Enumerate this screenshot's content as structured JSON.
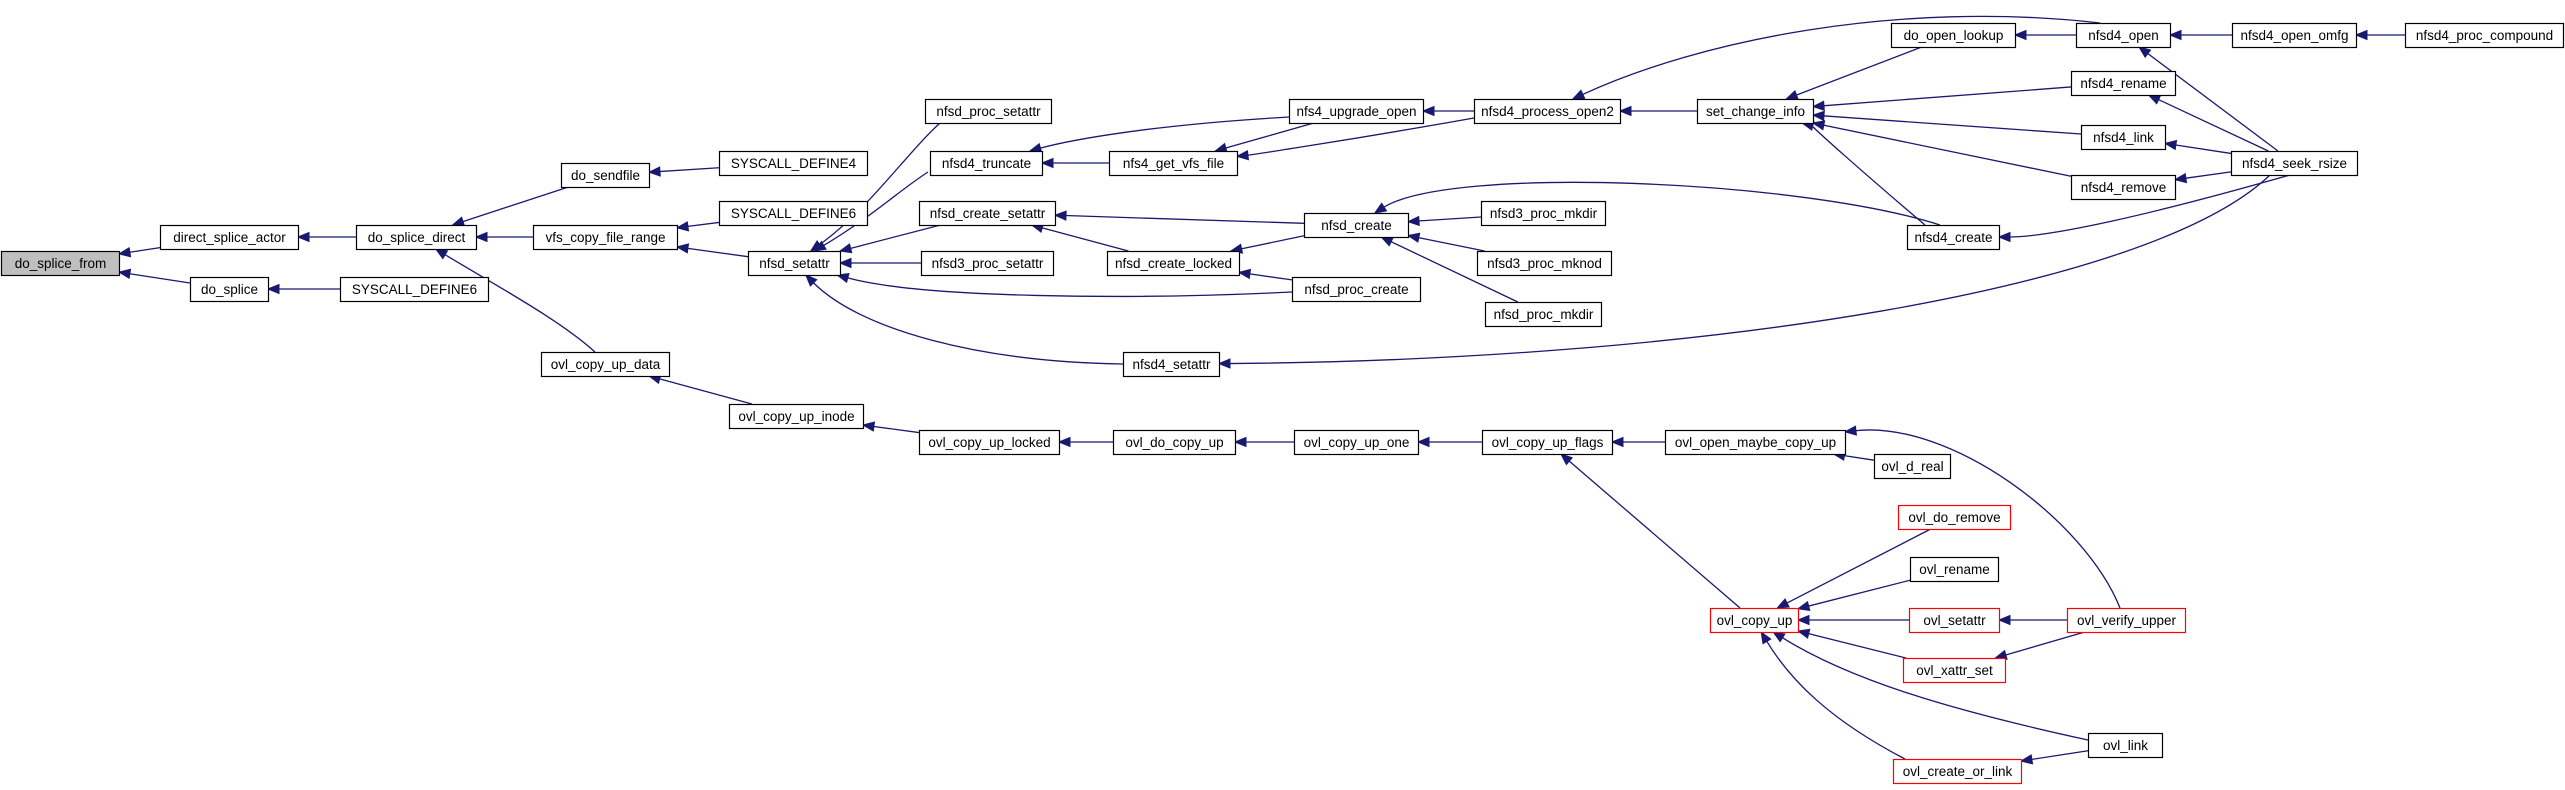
{
  "colors": {
    "edge": "#191970",
    "node_border": "#000000",
    "node_border_truncated": "#ff0000",
    "root_fill": "#bfbfbf",
    "node_fill": "#ffffff"
  },
  "nodes": {
    "do_splice_from": "do_splice_from",
    "direct_splice_actor": "direct_splice_actor",
    "do_splice": "do_splice",
    "do_splice_direct": "do_splice_direct",
    "SYSCALL_DEFINE6_a": "SYSCALL_DEFINE6",
    "do_sendfile": "do_sendfile",
    "vfs_copy_file_range": "vfs_copy_file_range",
    "ovl_copy_up_data": "ovl_copy_up_data",
    "SYSCALL_DEFINE4": "SYSCALL_DEFINE4",
    "SYSCALL_DEFINE6_b": "SYSCALL_DEFINE6",
    "nfsd_setattr": "nfsd_setattr",
    "ovl_copy_up_inode": "ovl_copy_up_inode",
    "nfsd_proc_setattr": "nfsd_proc_setattr",
    "nfsd4_truncate": "nfsd4_truncate",
    "nfsd_create_setattr": "nfsd_create_setattr",
    "nfsd3_proc_setattr": "nfsd3_proc_setattr",
    "nfsd4_setattr": "nfsd4_setattr",
    "ovl_copy_up_locked": "ovl_copy_up_locked",
    "nfs4_get_vfs_file": "nfs4_get_vfs_file",
    "nfsd_create_locked": "nfsd_create_locked",
    "ovl_do_copy_up": "ovl_do_copy_up",
    "nfs4_upgrade_open": "nfs4_upgrade_open",
    "nfsd_create": "nfsd_create",
    "nfsd_proc_create": "nfsd_proc_create",
    "ovl_copy_up_one": "ovl_copy_up_one",
    "nfsd4_process_open2": "nfsd4_process_open2",
    "nfsd3_proc_mkdir": "nfsd3_proc_mkdir",
    "nfsd3_proc_mknod": "nfsd3_proc_mknod",
    "nfsd_proc_mkdir": "nfsd_proc_mkdir",
    "ovl_copy_up_flags": "ovl_copy_up_flags",
    "set_change_info": "set_change_info",
    "ovl_open_maybe_copy_up": "ovl_open_maybe_copy_up",
    "ovl_copy_up": "ovl_copy_up",
    "do_open_lookup": "do_open_lookup",
    "nfsd4_create": "nfsd4_create",
    "ovl_d_real": "ovl_d_real",
    "ovl_do_remove": "ovl_do_remove",
    "ovl_rename": "ovl_rename",
    "ovl_setattr": "ovl_setattr",
    "ovl_xattr_set": "ovl_xattr_set",
    "ovl_create_or_link": "ovl_create_or_link",
    "nfsd4_open": "nfsd4_open",
    "nfsd4_rename": "nfsd4_rename",
    "nfsd4_link": "nfsd4_link",
    "nfsd4_remove": "nfsd4_remove",
    "ovl_verify_upper": "ovl_verify_upper",
    "ovl_link": "ovl_link",
    "nfsd4_open_omfg": "nfsd4_open_omfg",
    "nfsd4_seek_rsize": "nfsd4_seek_rsize",
    "nfsd4_proc_compound": "nfsd4_proc_compound"
  },
  "edges": [
    [
      "direct_splice_actor",
      "do_splice_from"
    ],
    [
      "do_splice",
      "do_splice_from"
    ],
    [
      "do_splice_direct",
      "direct_splice_actor"
    ],
    [
      "SYSCALL_DEFINE6_a",
      "do_splice"
    ],
    [
      "do_sendfile",
      "do_splice_direct"
    ],
    [
      "vfs_copy_file_range",
      "do_splice_direct"
    ],
    [
      "ovl_copy_up_data",
      "do_splice_direct"
    ],
    [
      "SYSCALL_DEFINE4",
      "do_sendfile"
    ],
    [
      "SYSCALL_DEFINE6_b",
      "vfs_copy_file_range"
    ],
    [
      "nfsd_setattr",
      "vfs_copy_file_range"
    ],
    [
      "ovl_copy_up_inode",
      "ovl_copy_up_data"
    ],
    [
      "nfsd_proc_setattr",
      "nfsd_setattr"
    ],
    [
      "nfsd4_truncate",
      "nfsd_setattr"
    ],
    [
      "nfsd_create_setattr",
      "nfsd_setattr"
    ],
    [
      "nfsd3_proc_setattr",
      "nfsd_setattr"
    ],
    [
      "nfsd_proc_create",
      "nfsd_setattr"
    ],
    [
      "nfsd4_setattr",
      "nfsd_setattr"
    ],
    [
      "ovl_copy_up_locked",
      "ovl_copy_up_inode"
    ],
    [
      "nfs4_get_vfs_file",
      "nfsd4_truncate"
    ],
    [
      "nfs4_upgrade_open",
      "nfsd4_truncate"
    ],
    [
      "nfsd_create",
      "nfsd_create_setattr"
    ],
    [
      "nfsd_create_locked",
      "nfsd_create_setattr"
    ],
    [
      "nfsd4_seek_rsize",
      "nfsd4_setattr"
    ],
    [
      "ovl_do_copy_up",
      "ovl_copy_up_locked"
    ],
    [
      "nfs4_upgrade_open",
      "nfs4_get_vfs_file"
    ],
    [
      "nfsd4_process_open2",
      "nfs4_get_vfs_file"
    ],
    [
      "nfsd_create",
      "nfsd_create_locked"
    ],
    [
      "nfsd_proc_create",
      "nfsd_create_locked"
    ],
    [
      "ovl_copy_up_one",
      "ovl_do_copy_up"
    ],
    [
      "nfsd4_process_open2",
      "nfs4_upgrade_open"
    ],
    [
      "nfsd3_proc_mkdir",
      "nfsd_create"
    ],
    [
      "nfsd3_proc_mknod",
      "nfsd_create"
    ],
    [
      "nfsd_proc_mkdir",
      "nfsd_create"
    ],
    [
      "nfsd4_create",
      "nfsd_create"
    ],
    [
      "ovl_copy_up_flags",
      "ovl_copy_up_one"
    ],
    [
      "set_change_info",
      "nfsd4_process_open2"
    ],
    [
      "nfsd4_open",
      "nfsd4_process_open2"
    ],
    [
      "ovl_open_maybe_copy_up",
      "ovl_copy_up_flags"
    ],
    [
      "ovl_copy_up",
      "ovl_copy_up_flags"
    ],
    [
      "do_open_lookup",
      "set_change_info"
    ],
    [
      "nfsd4_create",
      "set_change_info"
    ],
    [
      "nfsd4_rename",
      "set_change_info"
    ],
    [
      "nfsd4_link",
      "set_change_info"
    ],
    [
      "nfsd4_remove",
      "set_change_info"
    ],
    [
      "ovl_d_real",
      "ovl_open_maybe_copy_up"
    ],
    [
      "ovl_verify_upper",
      "ovl_open_maybe_copy_up"
    ],
    [
      "ovl_do_remove",
      "ovl_copy_up"
    ],
    [
      "ovl_rename",
      "ovl_copy_up"
    ],
    [
      "ovl_setattr",
      "ovl_copy_up"
    ],
    [
      "ovl_xattr_set",
      "ovl_copy_up"
    ],
    [
      "ovl_create_or_link",
      "ovl_copy_up"
    ],
    [
      "ovl_link",
      "ovl_copy_up"
    ],
    [
      "nfsd4_open",
      "do_open_lookup"
    ],
    [
      "nfsd4_seek_rsize",
      "nfsd4_create"
    ],
    [
      "ovl_verify_upper",
      "ovl_setattr"
    ],
    [
      "ovl_verify_upper",
      "ovl_xattr_set"
    ],
    [
      "ovl_link",
      "ovl_create_or_link"
    ],
    [
      "nfsd4_open_omfg",
      "nfsd4_open"
    ],
    [
      "nfsd4_seek_rsize",
      "nfsd4_open"
    ],
    [
      "nfsd4_seek_rsize",
      "nfsd4_rename"
    ],
    [
      "nfsd4_seek_rsize",
      "nfsd4_link"
    ],
    [
      "nfsd4_seek_rsize",
      "nfsd4_remove"
    ],
    [
      "nfsd4_proc_compound",
      "nfsd4_open_omfg"
    ]
  ]
}
